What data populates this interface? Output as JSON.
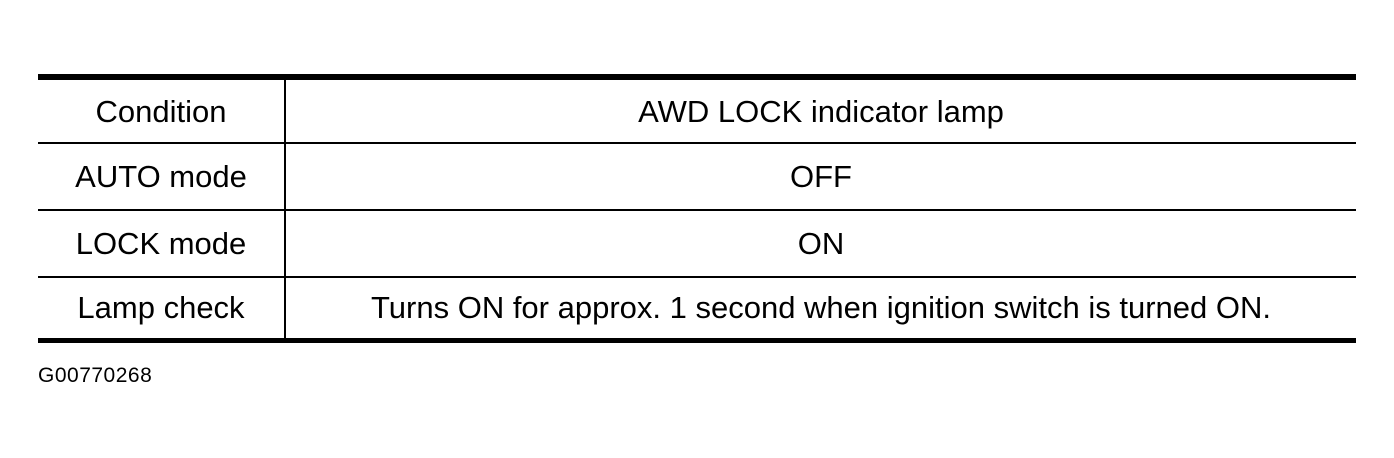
{
  "table": {
    "header": {
      "condition": "Condition",
      "indicator": "AWD LOCK indicator lamp"
    },
    "rows": [
      {
        "condition": "AUTO mode",
        "indicator": "OFF"
      },
      {
        "condition": "LOCK mode",
        "indicator": "ON"
      },
      {
        "condition": "Lamp check",
        "indicator": "Turns ON for approx. 1 second when ignition switch is turned ON."
      }
    ]
  },
  "footer": {
    "code": "G00770268"
  }
}
